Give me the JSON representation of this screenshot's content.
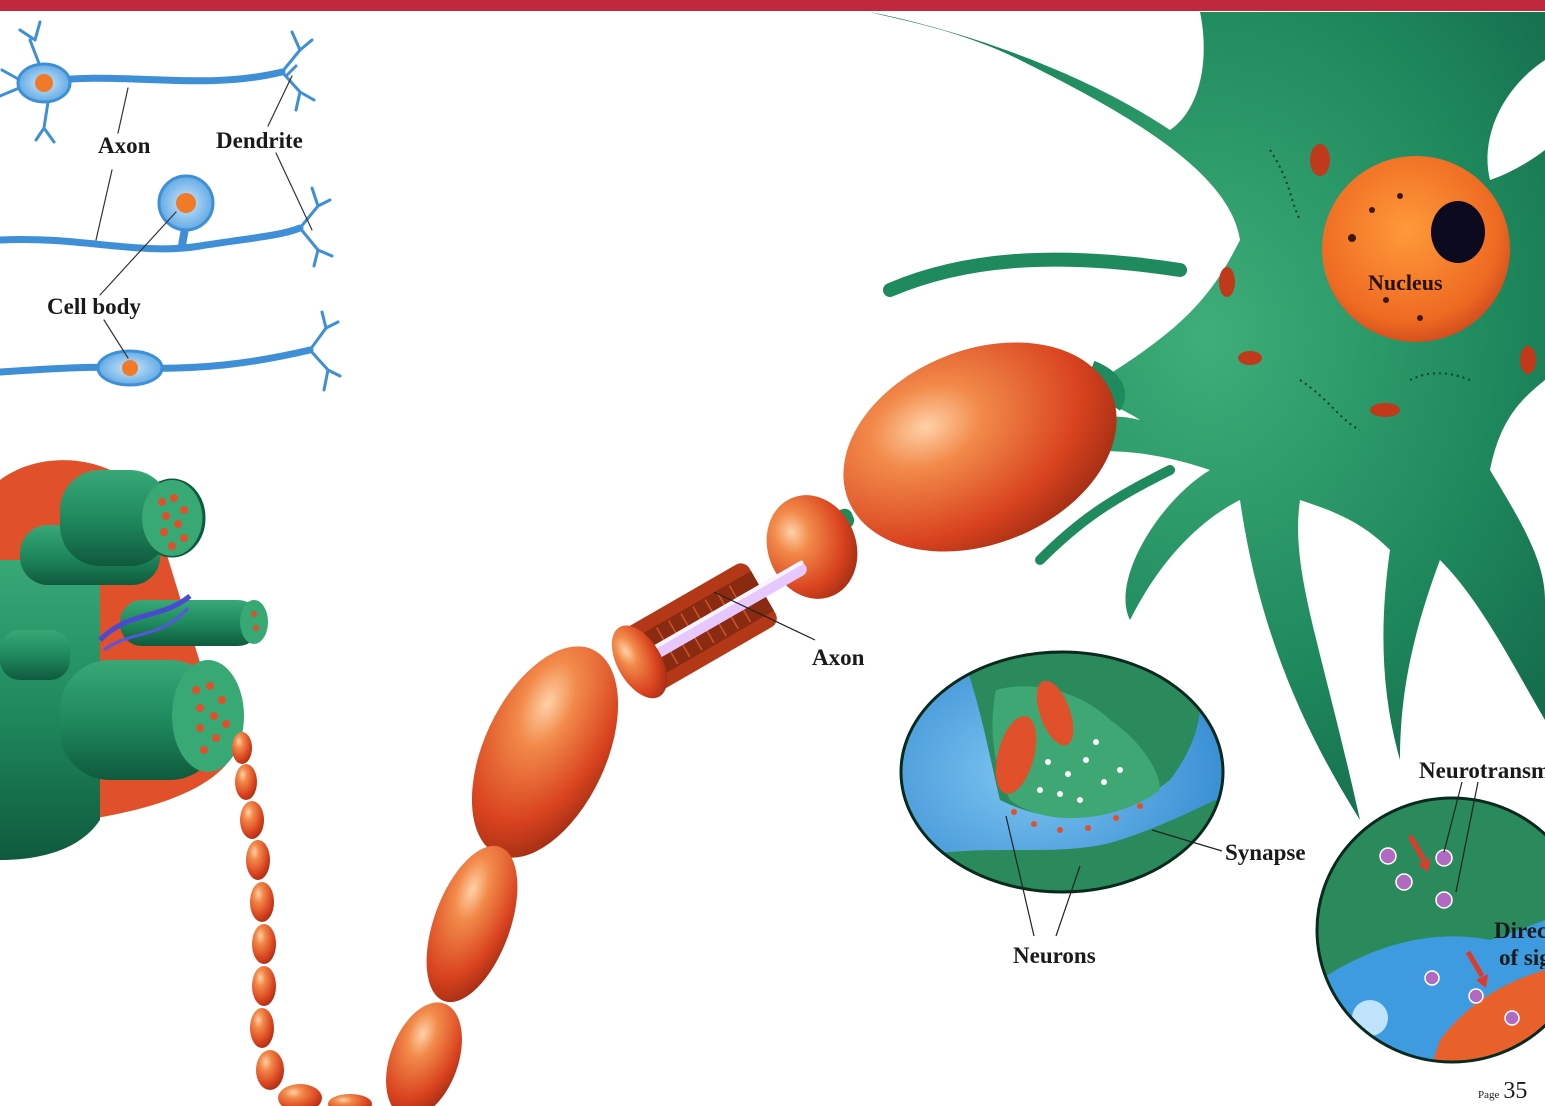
{
  "labels": {
    "axon_top": "Axon",
    "dendrite": "Dendrite",
    "cell_body": "Cell body",
    "nucleus": "Nucleus",
    "axon_main": "Axon",
    "synapse": "Synapse",
    "neurons": "Neurons",
    "neurotransmitter": "Neurotransmi",
    "direction_line1": "Direc",
    "direction_line2": "of sig"
  },
  "page": {
    "prefix": "Page",
    "number": "35"
  },
  "colors": {
    "top_band": "#c0283e",
    "neuron_green": "#1f8a5e",
    "myelin_orange": "#e0502a",
    "nucleus_orange": "#ee6a22",
    "small_neuron_blue": "#3f8fd6",
    "synapse_blue": "#3e9be0"
  }
}
